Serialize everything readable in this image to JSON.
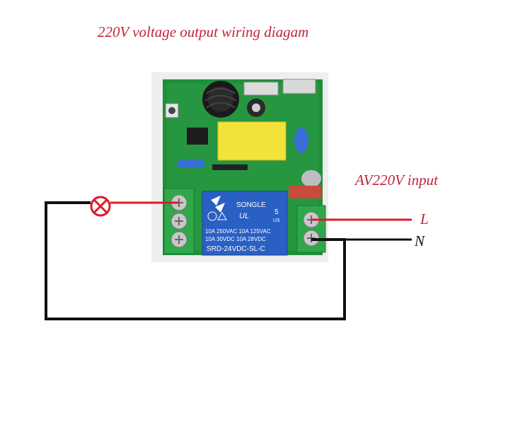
{
  "diagram": {
    "title": "220V  voltage  output wiring diagam",
    "input_label": "AV220V  input",
    "line_label": "L",
    "neutral_label": "N"
  },
  "relay": {
    "brand": "SONGLE",
    "rating_line_1": "10A 250VAC   10A 125VAC",
    "rating_line_2": "10A  30VDC   10A  28VDC",
    "model": "SRD-24VDC-SL-C",
    "mark_number": "5",
    "mark_us": "US"
  },
  "colors": {
    "accent_text": "#c0233a",
    "live_wire": "#e0192a",
    "neutral_wire": "#111111",
    "pcb_green": "#1f8f3a",
    "relay_blue": "#2a5fc4",
    "terminal_green": "#2fa84a",
    "capacitor_yellow": "#f2e23a"
  }
}
